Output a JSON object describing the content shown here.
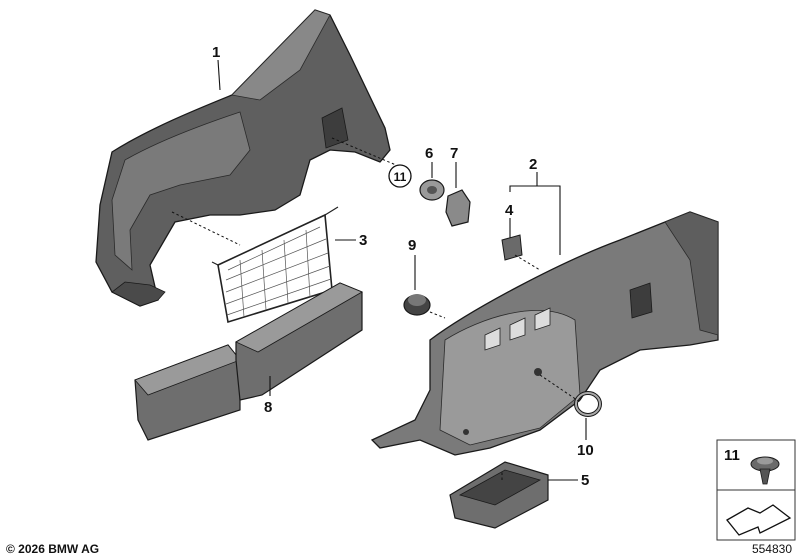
{
  "callouts": {
    "c1": "1",
    "c2": "2",
    "c3": "3",
    "c4": "4",
    "c5": "5",
    "c6": "6",
    "c7": "7",
    "c8": "8",
    "c9": "9",
    "c10": "10",
    "c11_circle": "11",
    "legend_11": "11"
  },
  "copyright": "© 2026 BMW AG",
  "diagram_number": "554830",
  "colors": {
    "part_dark": "#5a5a5a",
    "part_mid": "#7b7b7b",
    "part_light": "#a9a9a9",
    "outline": "#1a1a1a"
  }
}
